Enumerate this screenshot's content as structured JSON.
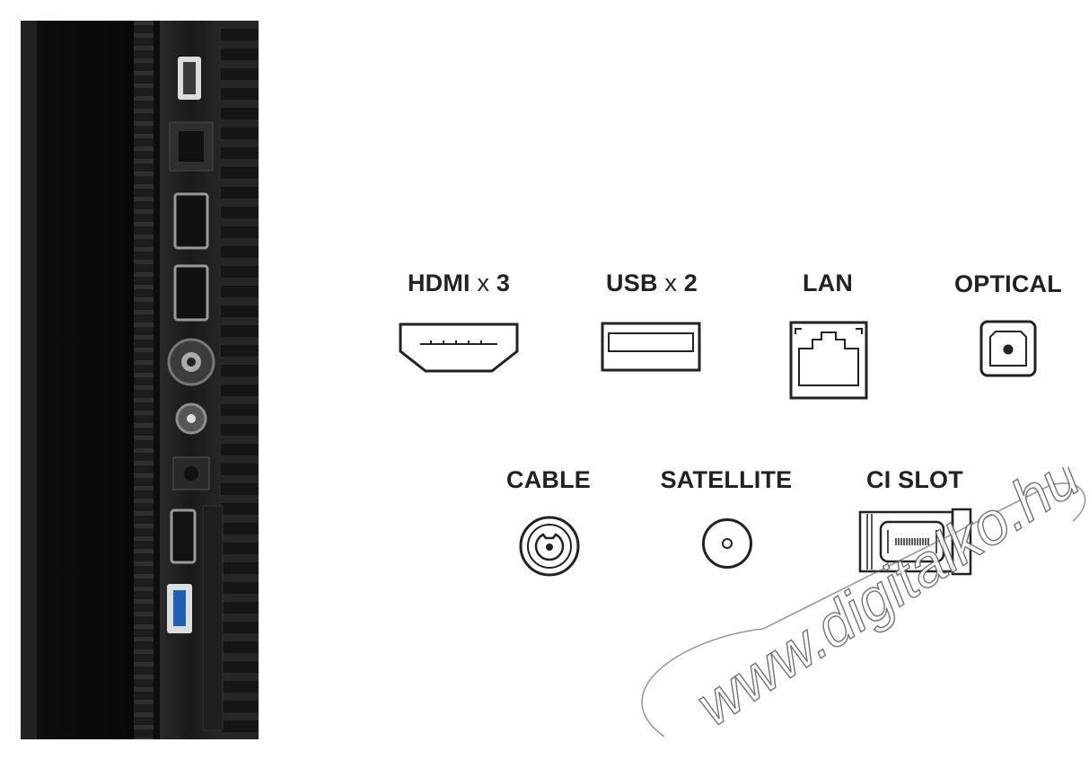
{
  "ports": [
    {
      "name": "HDMI",
      "mult": "x",
      "count": "3",
      "icon": "hdmi-icon"
    },
    {
      "name": "USB",
      "mult": "x",
      "count": "2",
      "icon": "usb-icon"
    },
    {
      "name": "LAN",
      "icon": "lan-icon"
    },
    {
      "name": "OPTICAL",
      "icon": "optical-icon"
    },
    {
      "name": "CABLE",
      "icon": "cable-icon"
    },
    {
      "name": "SATELLITE",
      "icon": "satellite-icon"
    },
    {
      "name": "CI SLOT",
      "icon": "ci-slot-icon"
    }
  ],
  "watermark": "www.digitalko.hu",
  "colors": {
    "panel": "#121212",
    "label": "#222222",
    "icon_stroke": "#222222"
  }
}
